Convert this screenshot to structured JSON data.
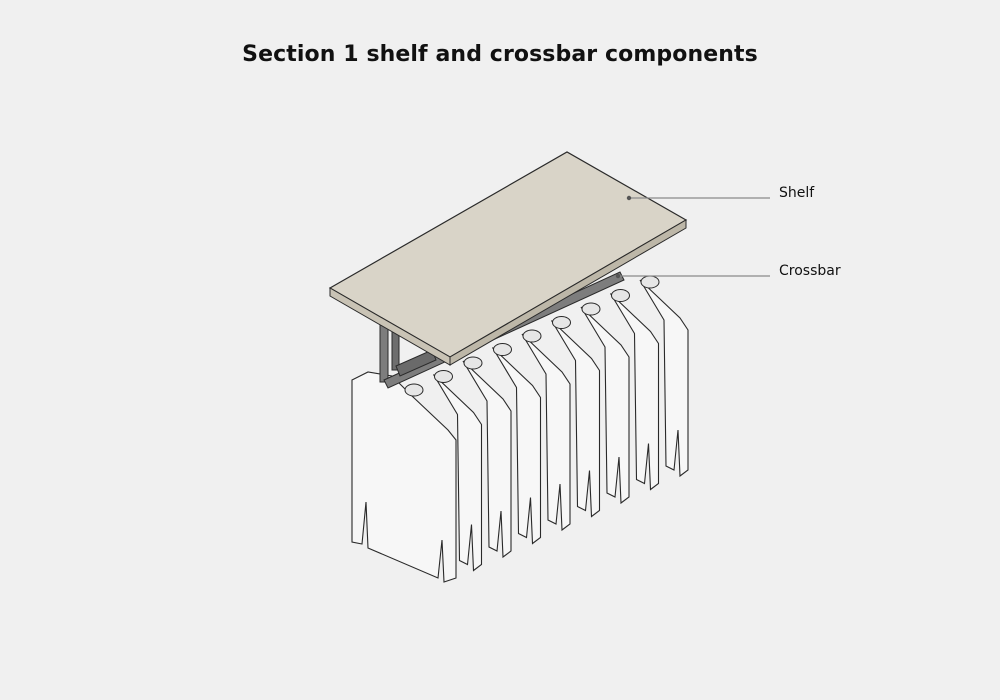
{
  "title": "Section 1 shelf and crossbar components",
  "callouts": [
    {
      "label": "Shelf",
      "target": "shelf"
    },
    {
      "label": "Crossbar",
      "target": "crossbar"
    }
  ],
  "colors": {
    "background": "#f0f0f0",
    "shelf": "#d9d4c8",
    "crossbar": "#7d7d7d",
    "garment": "#f7f7f7",
    "outline": "#2a2a2a",
    "leader_line": "#8a8a8a"
  },
  "garment_count": 9
}
